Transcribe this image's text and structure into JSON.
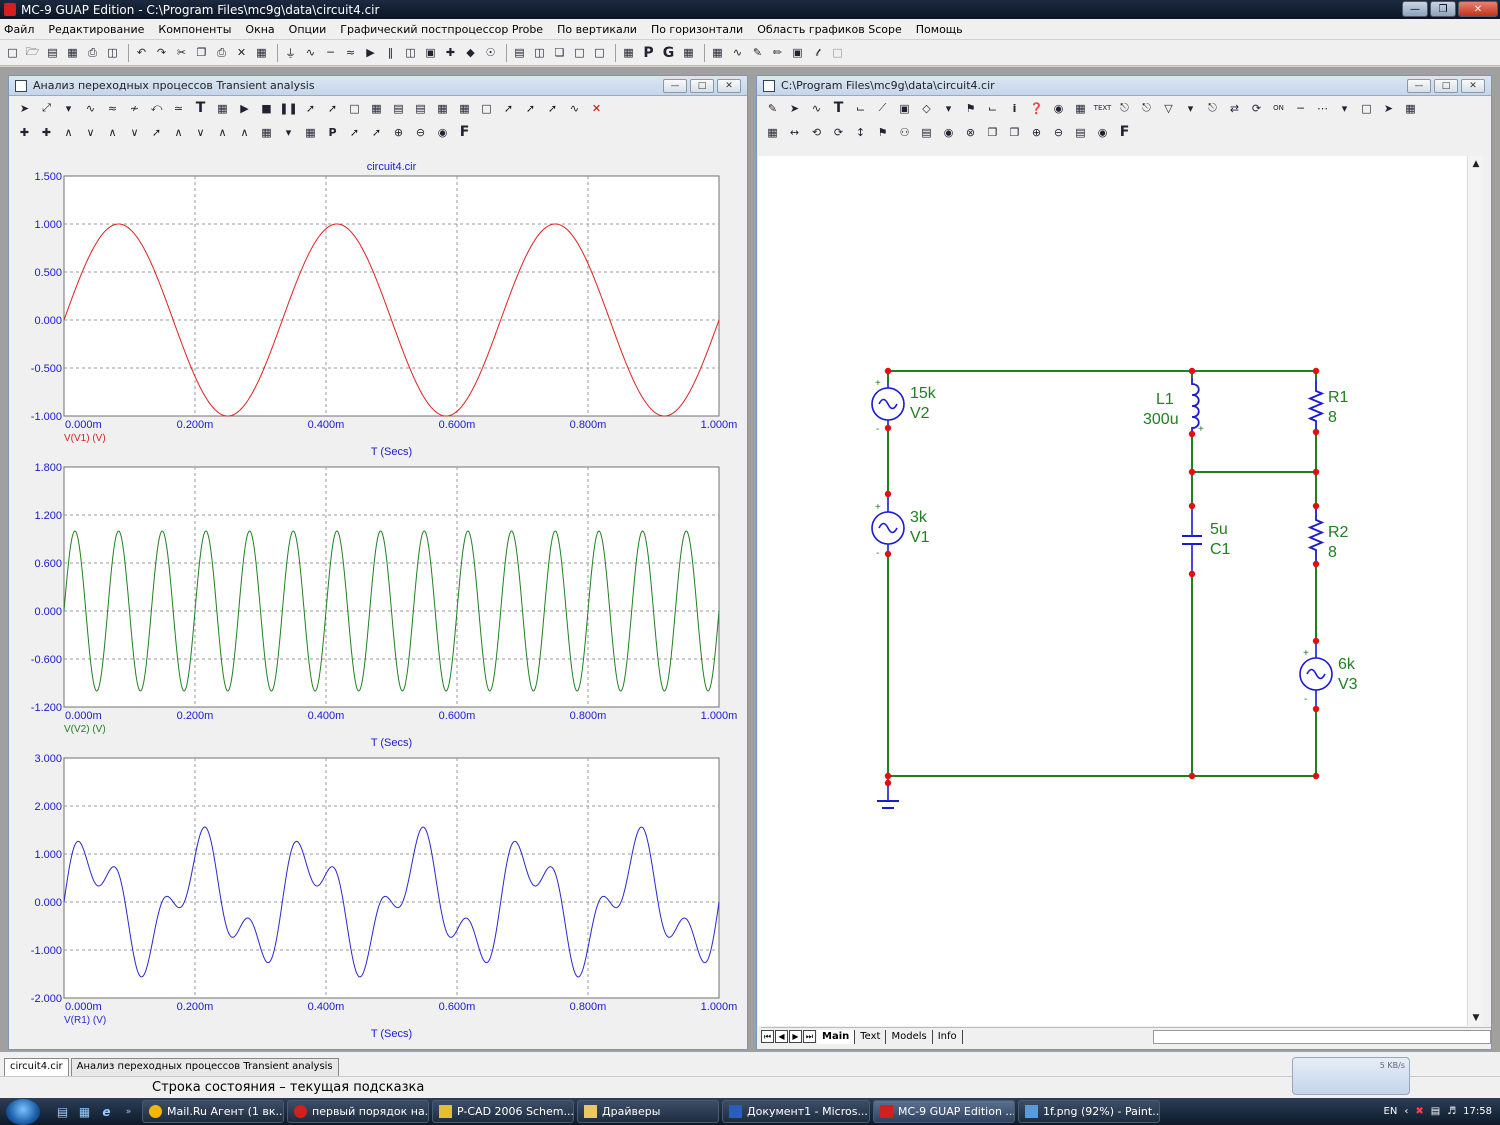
{
  "app": {
    "title": "MC-9 GUAP Edition - C:\\Program Files\\mc9g\\data\\circuit4.cir"
  },
  "menu": [
    "Файл",
    "Редактирование",
    "Компоненты",
    "Окна",
    "Опции",
    "Графический постпроцессор Probe",
    "По вертикали",
    "По горизонтали",
    "Область графиков Scope",
    "Помощь"
  ],
  "analysis_window": {
    "title": "Анализ переходных процессов Transient analysis",
    "plot_title": "circuit4.cir",
    "xlabel": "T (Secs)",
    "x_ticks": [
      "0.000m",
      "0.200m",
      "0.400m",
      "0.600m",
      "0.800m",
      "1.000m"
    ]
  },
  "schematic_window": {
    "title": "C:\\Program Files\\mc9g\\data\\circuit4.cir",
    "sheet_tabs": [
      "Main",
      "Text",
      "Models",
      "Info"
    ],
    "components": [
      {
        "ref": "V2",
        "value": "15k"
      },
      {
        "ref": "V1",
        "value": "3k"
      },
      {
        "ref": "L1",
        "value": "300u"
      },
      {
        "ref": "C1",
        "value": "5u"
      },
      {
        "ref": "R1",
        "value": "8"
      },
      {
        "ref": "R2",
        "value": "8"
      },
      {
        "ref": "V3",
        "value": "6k"
      }
    ]
  },
  "chart_data": [
    {
      "type": "line",
      "ylabel": "V(V1) (V)",
      "xlabel": "T (Secs)",
      "xlim": [
        0,
        1.0
      ],
      "ylim": [
        -1.0,
        1.5
      ],
      "y_ticks": [
        "1.500",
        "1.000",
        "0.500",
        "0.000",
        "-0.500",
        "-1.000"
      ],
      "color": "#e02020",
      "series": [
        {
          "name": "V(V1) (V)",
          "amplitude": 1.0,
          "frequency_hz": 3000
        }
      ]
    },
    {
      "type": "line",
      "ylabel": "V(V2) (V)",
      "xlabel": "T (Secs)",
      "xlim": [
        0,
        1.0
      ],
      "ylim": [
        -1.2,
        1.8
      ],
      "y_ticks": [
        "1.800",
        "1.200",
        "0.600",
        "0.000",
        "-0.600",
        "-1.200"
      ],
      "color": "#208020",
      "series": [
        {
          "name": "V(V2) (V)",
          "amplitude": 1.0,
          "frequency_hz": 15000
        }
      ]
    },
    {
      "type": "line",
      "ylabel": "V(R1) (V)",
      "xlabel": "T (Secs)",
      "xlim": [
        0,
        1.0
      ],
      "ylim": [
        -2.0,
        3.0
      ],
      "y_ticks": [
        "3.000",
        "2.000",
        "1.000",
        "0.000",
        "-1.000",
        "-2.000"
      ],
      "color": "#2828d0",
      "series": [
        {
          "name": "V(R1) (V)",
          "components": [
            {
              "amplitude": 1.0,
              "frequency_hz": 6000
            },
            {
              "amplitude": 0.6,
              "frequency_hz": 15000
            }
          ]
        }
      ]
    }
  ],
  "bottom_tabs": [
    "circuit4.cir",
    "Анализ переходных процессов Transient analysis"
  ],
  "status": {
    "message": "Строка состояния – текущая подсказка",
    "net_speed": "5 KB/s"
  },
  "taskbar": {
    "tasks": [
      "Mail.Ru Агент (1 вк...",
      "первый порядок на...",
      "P-CAD 2006 Schem...",
      "Драйверы",
      "Документ1 - Micros...",
      "MC-9 GUAP Edition ...",
      "1f.png (92%) - Paint..."
    ],
    "active_index": 5,
    "lang": "EN",
    "clock": "17:58"
  }
}
